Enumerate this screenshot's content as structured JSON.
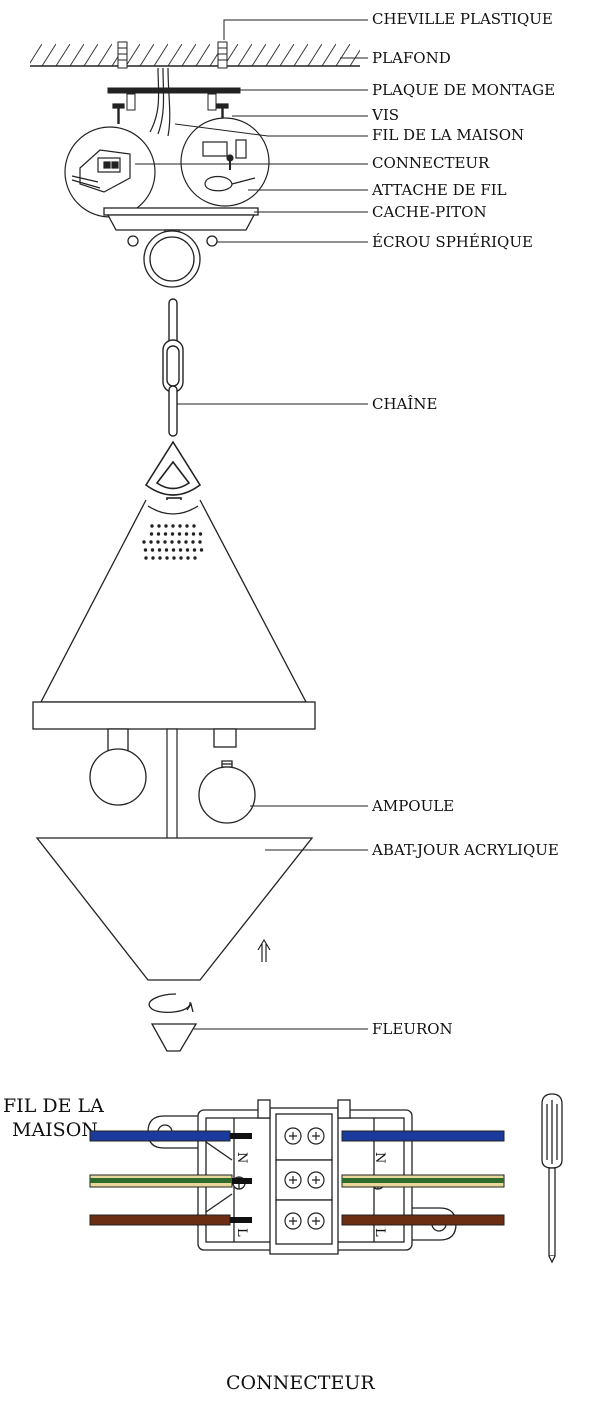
{
  "labels": {
    "wall_plug": "CHEVILLE PLASTIQUE",
    "ceiling": "PLAFOND",
    "mounting_plate": "PLAQUE DE MONTAGE",
    "screw": "VIS",
    "house_wire": "FIL DE LA MAISON",
    "connector": "CONNECTEUR",
    "wire_clip": "ATTACHE DE FIL",
    "canopy": "CACHE-PITON",
    "ball_nut": "ÉCROU SPHÉRIQUE",
    "chain": "CHAÎNE",
    "bulb": "AMPOULE",
    "acrylic_shade": "ABAT-JOUR ACRYLIQUE",
    "finial": "FLEURON"
  },
  "bottom": {
    "house_wire_line1": "FIL DE LA",
    "house_wire_line2": "MAISON",
    "connector_title": "CONNECTEUR",
    "terminal_n": "N",
    "terminal_l": "L"
  },
  "colors": {
    "neutral_wire": "#1a3a9c",
    "earth_green": "#2f6b2a",
    "earth_yellow": "#e7d89a",
    "live_wire": "#6b2e12"
  }
}
